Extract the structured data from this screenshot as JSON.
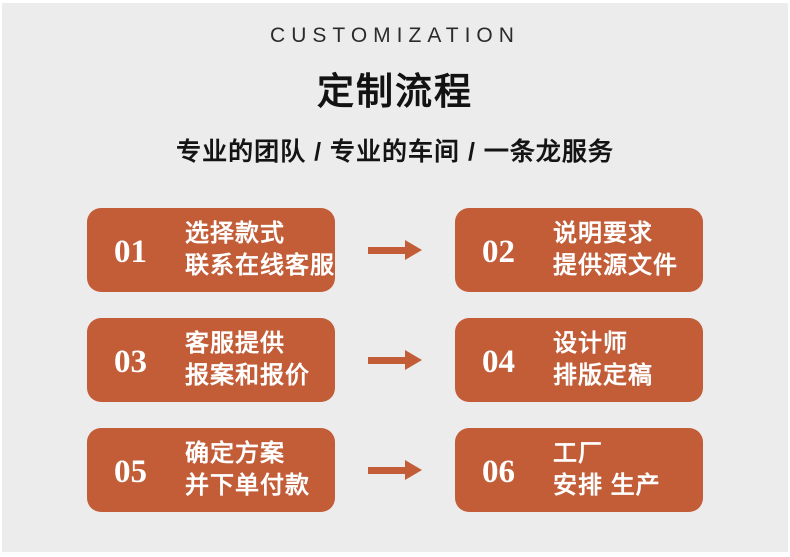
{
  "header": {
    "eyebrow": "CUSTOMIZATION",
    "title": "定制流程",
    "subtitle": "专业的团队 / 专业的车间 / 一条龙服务"
  },
  "colors": {
    "background": "#ececec",
    "frame": "#ffffff",
    "box": "#c25d38",
    "arrow": "#c25d38",
    "heading_text": "#121212",
    "box_text": "#ffffff"
  },
  "steps": [
    {
      "number": "01",
      "line1": "选择款式",
      "line2": "联系在线客服"
    },
    {
      "number": "02",
      "line1": "说明要求",
      "line2": "提供源文件"
    },
    {
      "number": "03",
      "line1": "客服提供",
      "line2": "报案和报价"
    },
    {
      "number": "04",
      "line1": "设计师",
      "line2": "排版定稿"
    },
    {
      "number": "05",
      "line1": "确定方案",
      "line2": "并下单付款"
    },
    {
      "number": "06",
      "line1": "工厂",
      "line2": "安排 生产"
    }
  ]
}
